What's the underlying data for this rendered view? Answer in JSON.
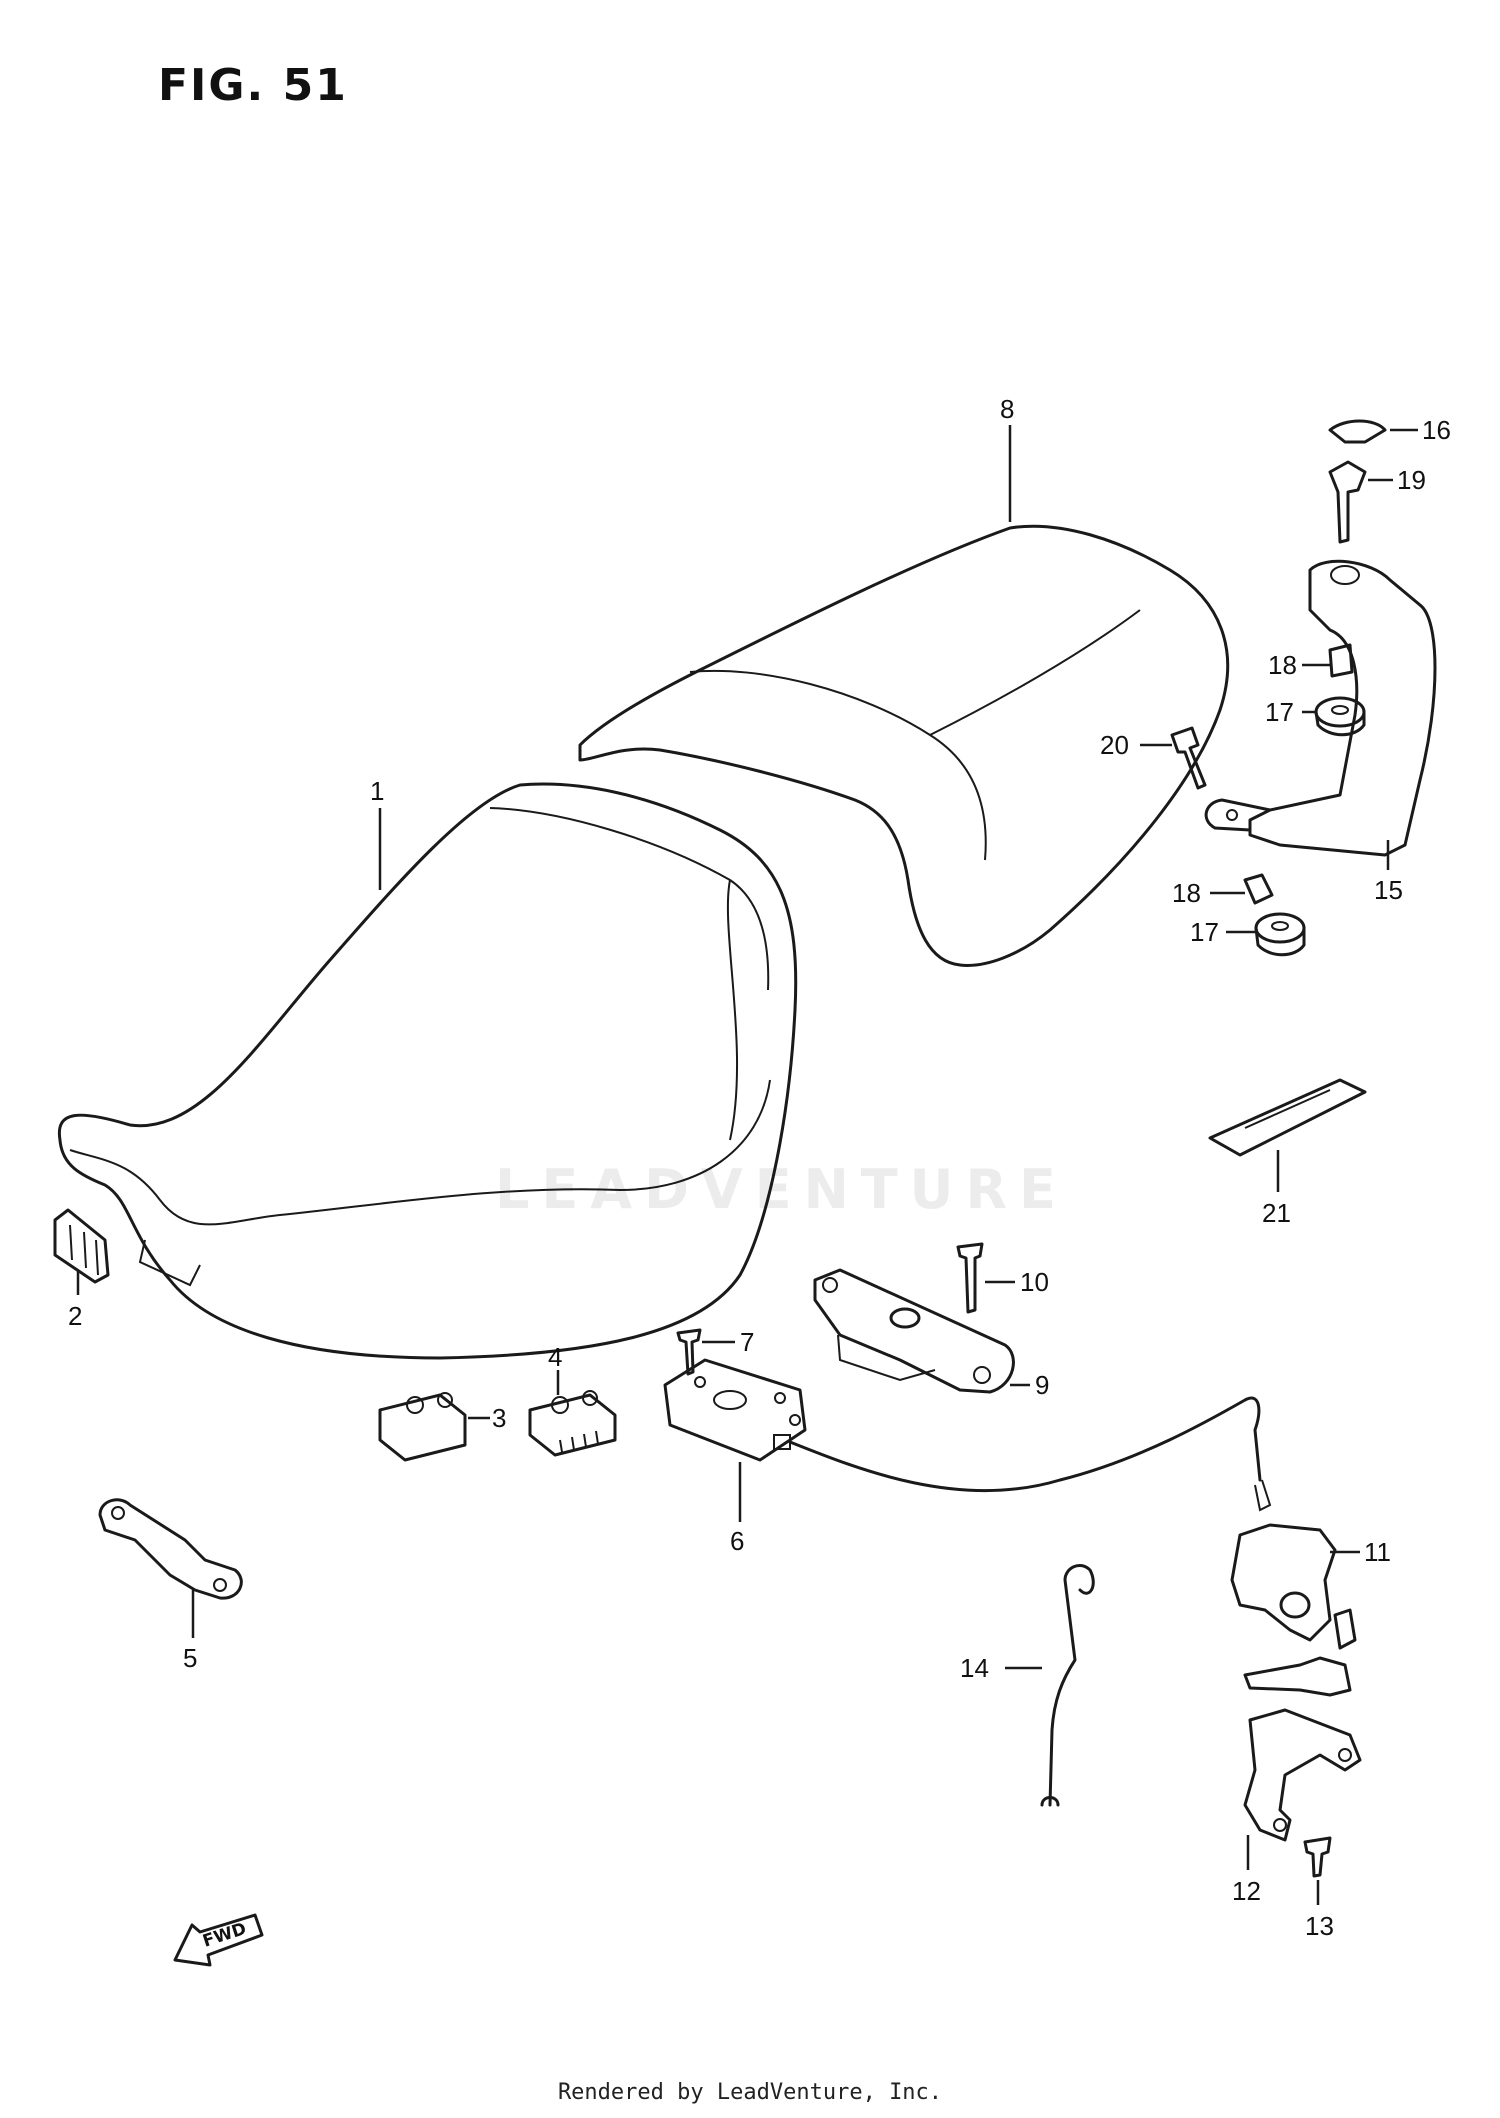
{
  "figure": {
    "title": "FIG. 51"
  },
  "watermark": {
    "text": "LEADVENTURE"
  },
  "footer": {
    "text": "Rendered by LeadVenture, Inc."
  },
  "direction_marker": {
    "label": "FWD"
  },
  "callouts": [
    "1",
    "2",
    "3",
    "4",
    "5",
    "6",
    "7",
    "8",
    "9",
    "10",
    "11",
    "12",
    "13",
    "14",
    "15",
    "16",
    "17",
    "17",
    "18",
    "18",
    "19",
    "20",
    "21"
  ]
}
